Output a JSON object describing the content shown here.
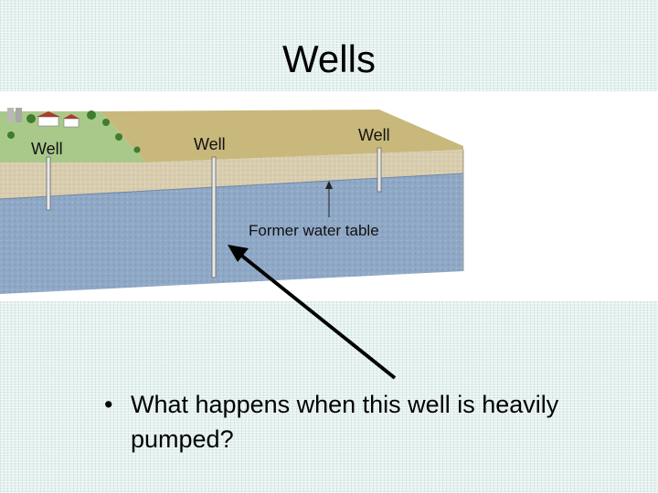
{
  "slide": {
    "title": "Wells",
    "bullet_text": "What happens when this well is heavily pumped?"
  },
  "diagram": {
    "well_labels": [
      "Well",
      "Well",
      "Well"
    ],
    "water_table_label": "Former water table"
  },
  "colors": {
    "slide_background": "#e4f1ef",
    "grass": "#a9c98a",
    "dry_field": "#c8b87c",
    "unsaturated_zone": "#d9cdb0",
    "saturated_zone": "#8fa8c6",
    "arrow": "#000000"
  }
}
